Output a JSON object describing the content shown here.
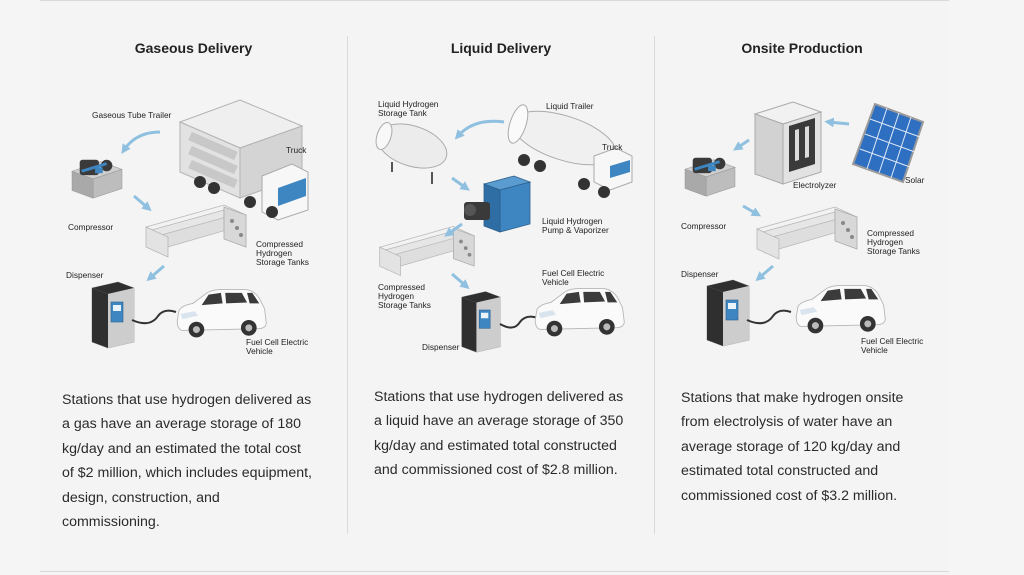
{
  "columns": [
    {
      "title": "Gaseous Delivery",
      "labels": {
        "trailer": "Gaseous Tube Trailer",
        "truck": "Truck",
        "compressor": "Compressor",
        "storage_1": "Compressed",
        "storage_2": "Hydrogen",
        "storage_3": "Storage Tanks",
        "dispenser": "Dispenser",
        "vehicle_1": "Fuel Cell Electric",
        "vehicle_2": "Vehicle"
      },
      "description": "Stations that use hydrogen delivered as a gas have an average storage of 180 kg/day and an estimated the total cost of $2 million, which includes equipment, design, construction, and commissioning."
    },
    {
      "title": "Liquid Delivery",
      "labels": {
        "tank_1": "Liquid Hydrogen",
        "tank_2": "Storage Tank",
        "trailer": "Liquid Trailer",
        "truck": "Truck",
        "pump_1": "Liquid Hydrogen",
        "pump_2": "Pump & Vaporizer",
        "storage_1": "Compressed",
        "storage_2": "Hydrogen",
        "storage_3": "Storage Tanks",
        "vehicle_1": "Fuel Cell Electric",
        "vehicle_2": "Vehicle",
        "dispenser": "Dispenser"
      },
      "description": "Stations that use hydrogen delivered as a liquid have an average storage of 350 kg/day and estimated total constructed and commissioned cost of $2.8 million."
    },
    {
      "title": "Onsite Production",
      "labels": {
        "electrolyzer": "Electrolyzer",
        "solar": "Solar",
        "compressor": "Compressor",
        "storage_1": "Compressed",
        "storage_2": "Hydrogen",
        "storage_3": "Storage Tanks",
        "dispenser": "Dispenser",
        "vehicle_1": "Fuel Cell Electric",
        "vehicle_2": "Vehicle"
      },
      "description": "Stations that make hydrogen onsite from electrolysis of water have an average storage of 120 kg/day and estimated total constructed and commissioned cost of $3.2 million."
    }
  ],
  "colors": {
    "arrow": "#8fc0e0",
    "accent_blue": "#3e86c2",
    "equipment_light": "#e9e9e9",
    "equipment_dark": "#3d3d3d"
  }
}
